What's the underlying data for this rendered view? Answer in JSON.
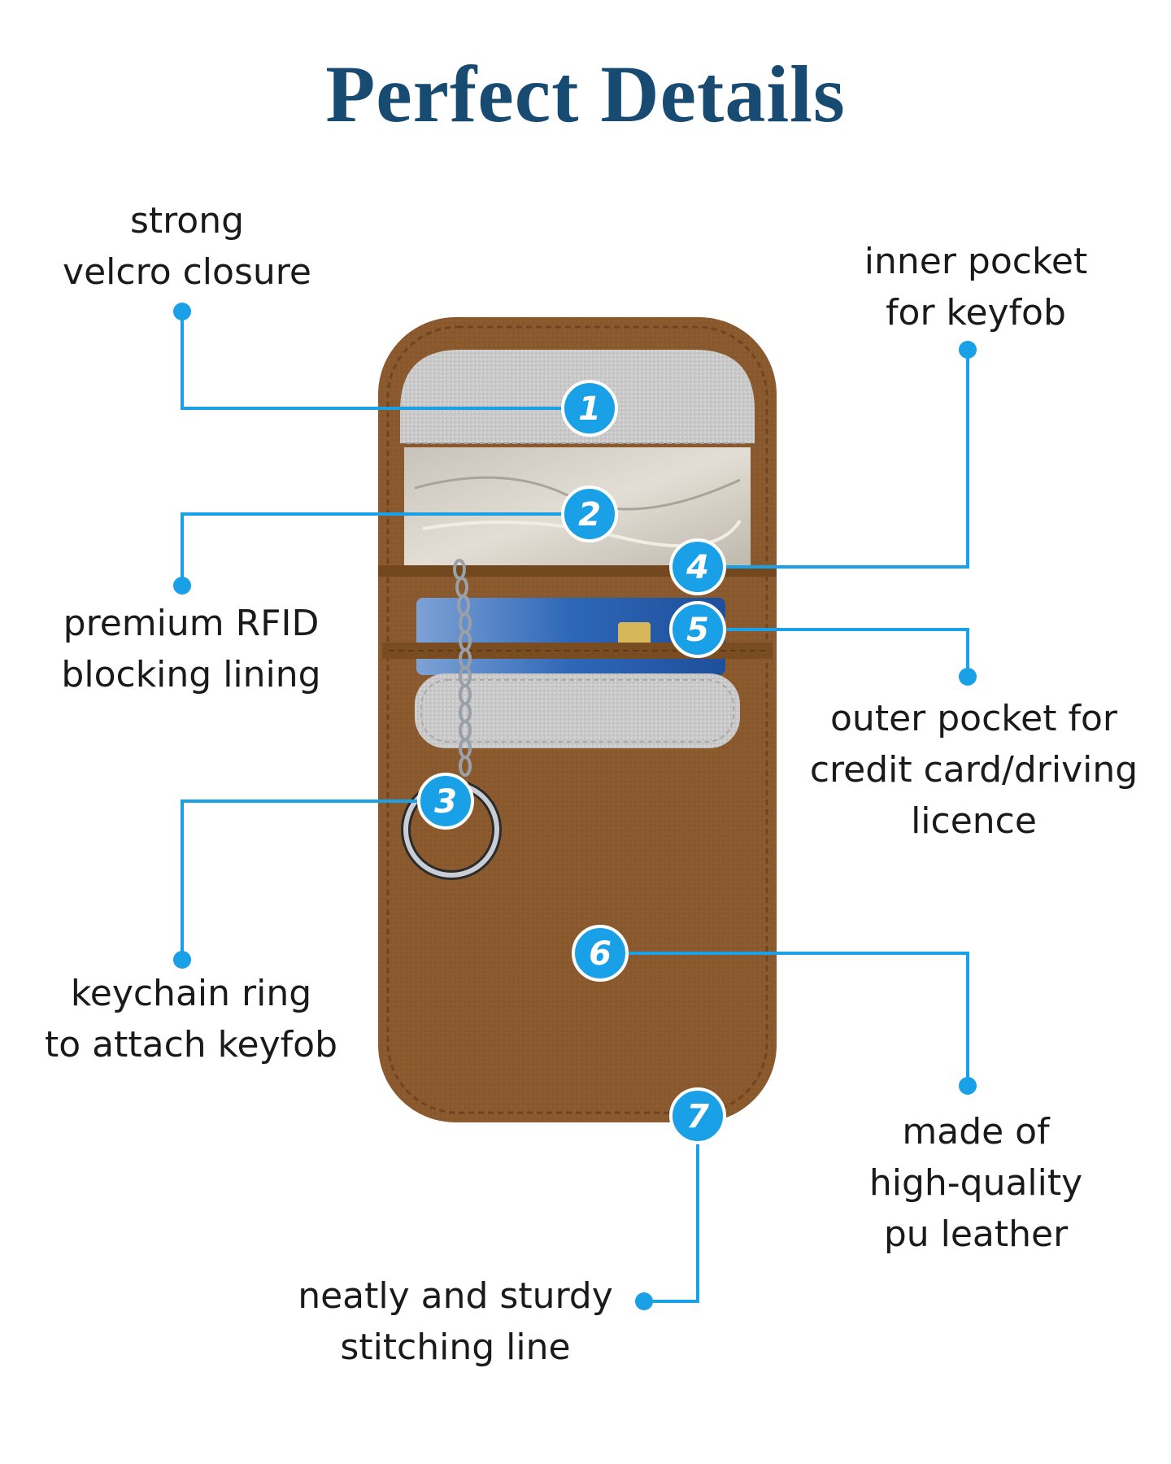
{
  "title": "Perfect Details",
  "accent_color": "#1aa0e6",
  "labels": {
    "velcro": [
      "strong",
      "velcro closure"
    ],
    "rfid": [
      "premium RFID",
      "blocking lining"
    ],
    "keychain": [
      "keychain ring",
      "to attach keyfob"
    ],
    "inner_pocket": [
      "inner pocket",
      "for keyfob"
    ],
    "outer_pocket": [
      "outer pocket for",
      "credit card/driving",
      "licence"
    ],
    "leather": [
      "made of",
      "high-quality",
      "pu leather"
    ],
    "stitching": [
      "neatly and sturdy",
      "stitching line"
    ]
  },
  "badges": [
    "1",
    "2",
    "3",
    "4",
    "5",
    "6",
    "7"
  ]
}
